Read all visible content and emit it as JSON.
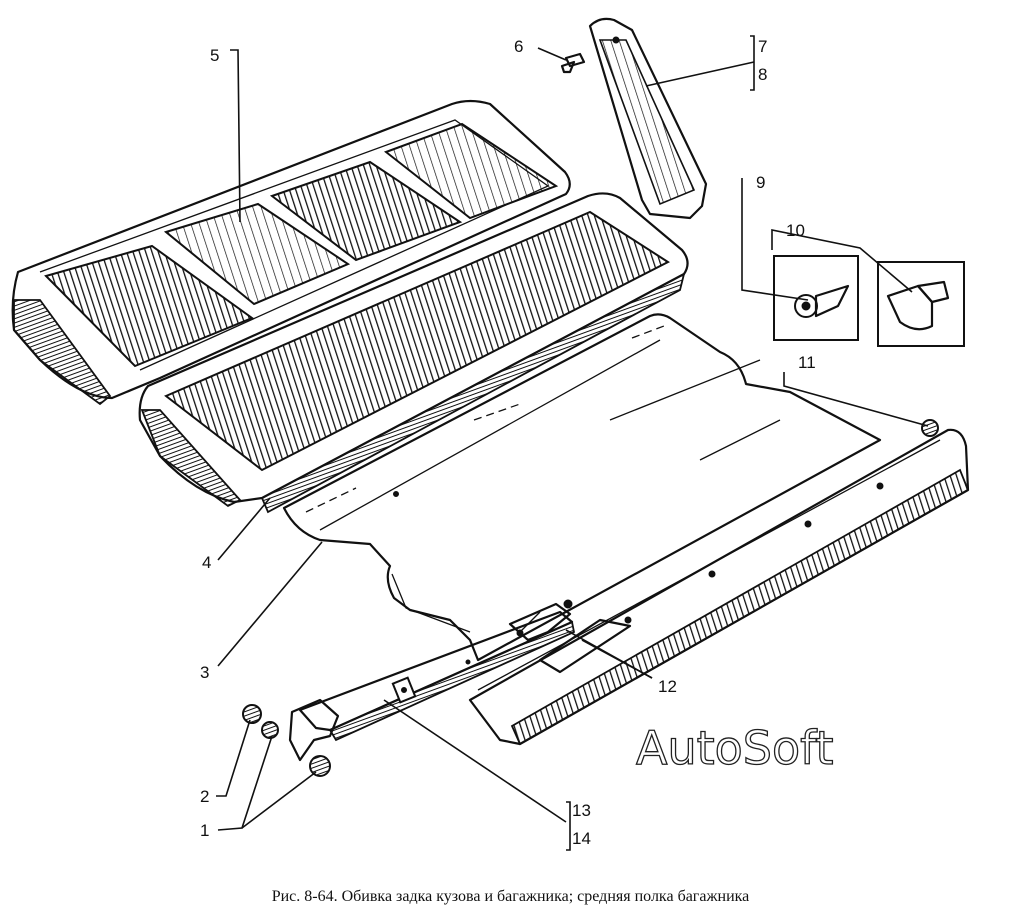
{
  "callouts": {
    "c1": "1",
    "c2": "2",
    "c3": "3",
    "c4": "4",
    "c5": "5",
    "c6": "6",
    "c7": "7",
    "c8": "8",
    "c9": "9",
    "c10": "10",
    "c11": "11",
    "c12": "12",
    "c13": "13",
    "c14": "14"
  },
  "watermark": "AutoSoft",
  "caption": "Рис. 8-64. Обивка задка кузова и багажника; средняя полка багажника"
}
